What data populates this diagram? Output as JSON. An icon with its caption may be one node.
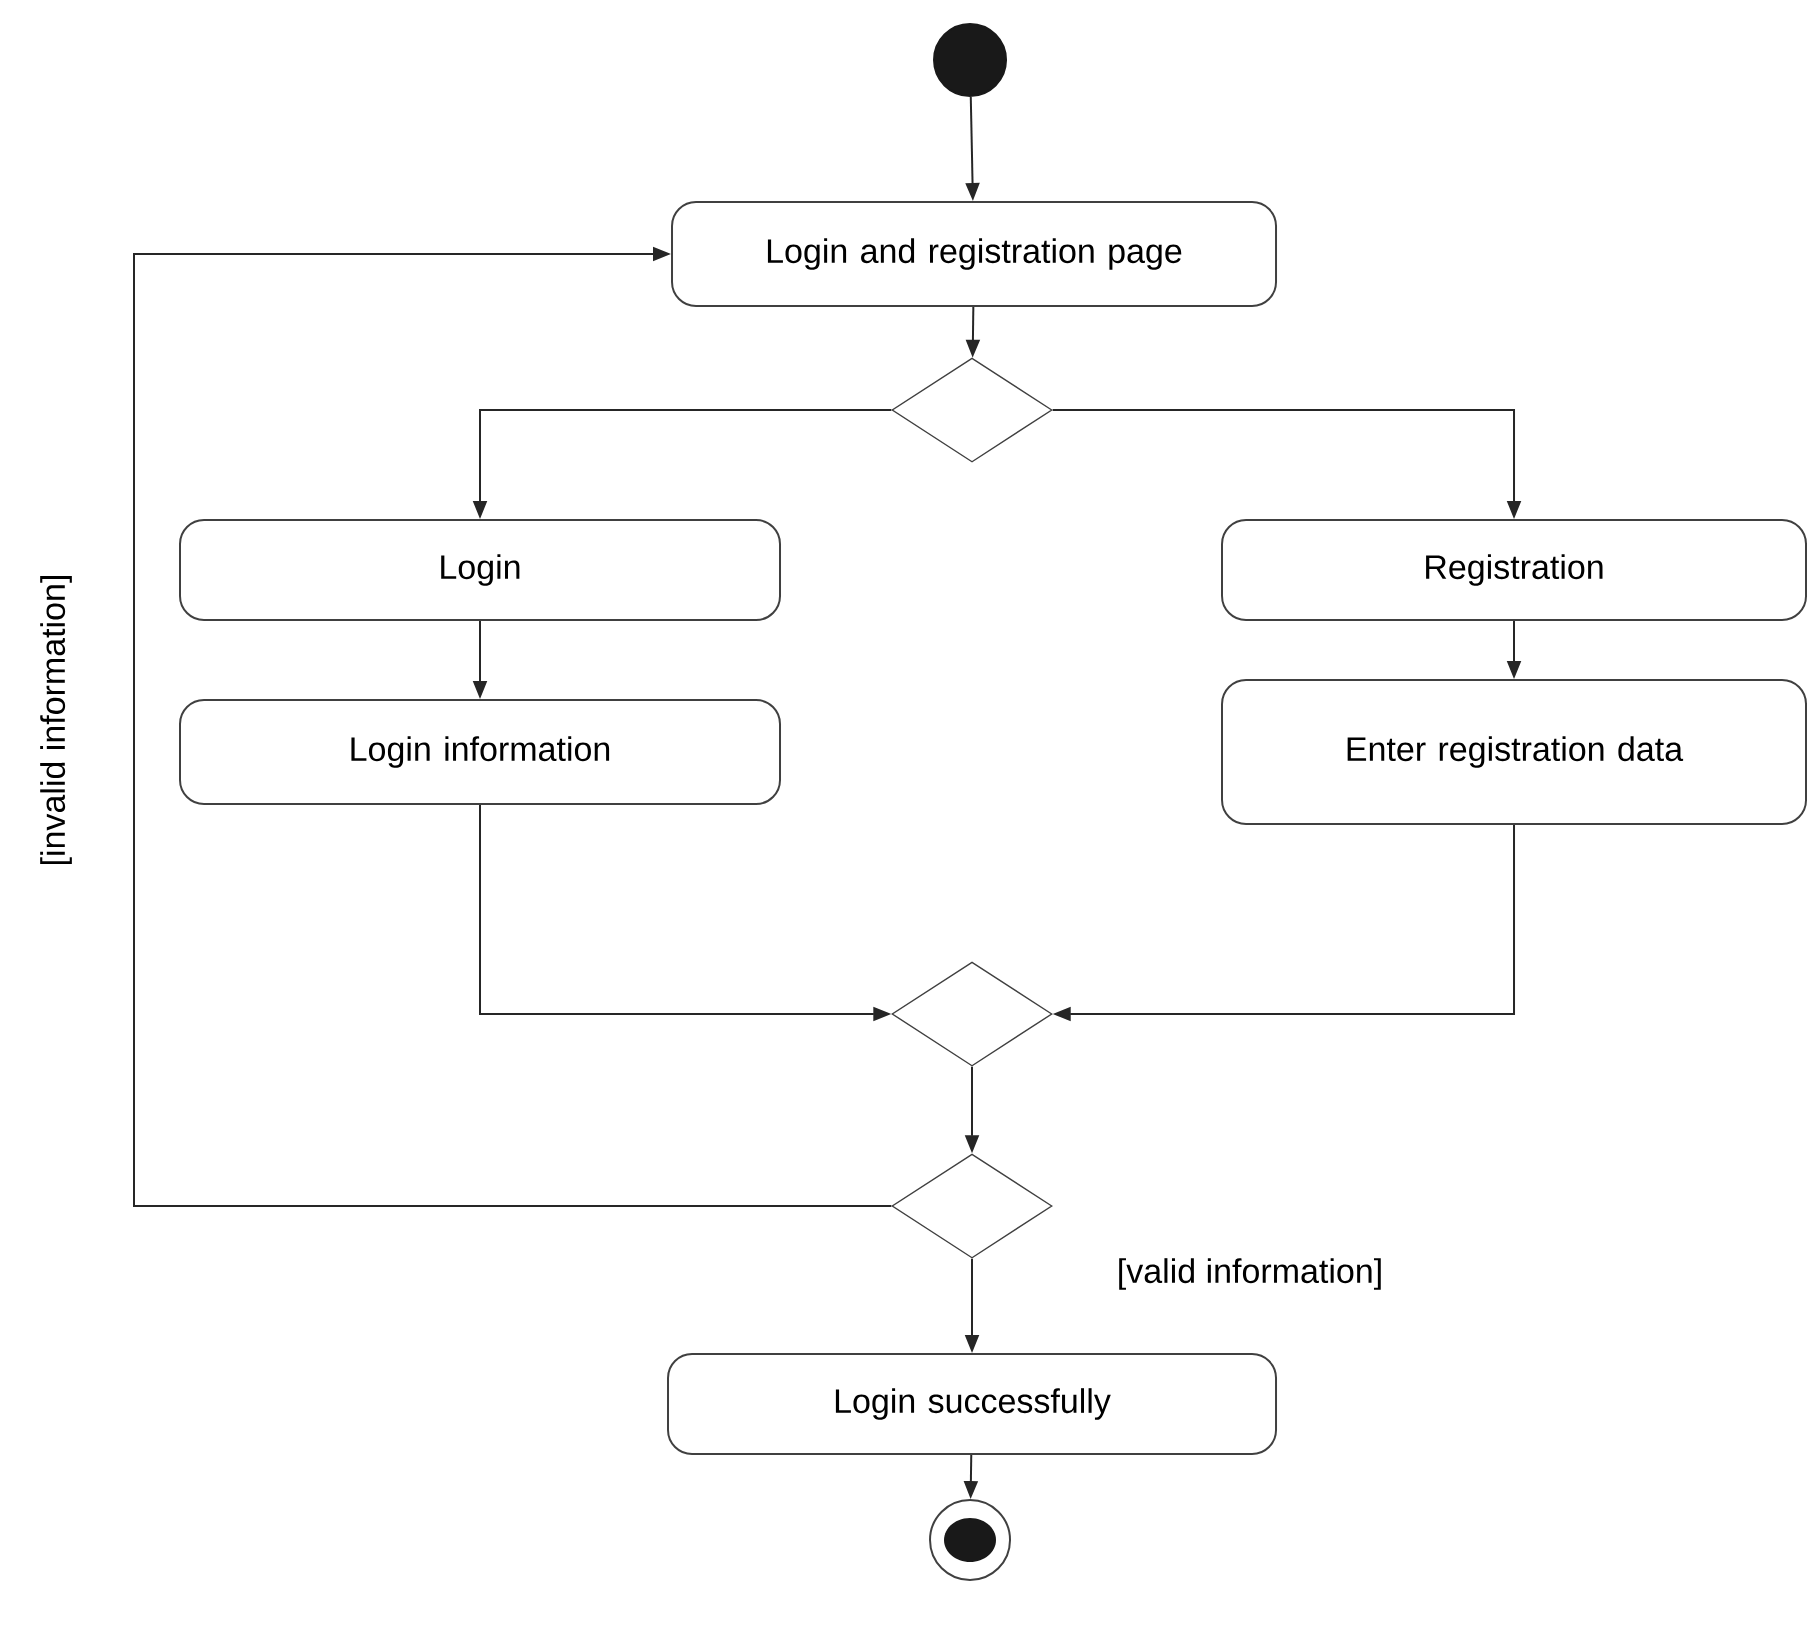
{
  "diagram": {
    "nodes": [
      {
        "text": [],
        "shape": "circle"
      },
      {
        "text": [
          "Login and registration page"
        ]
      },
      {
        "text": [],
        "shape": "diamond"
      },
      {
        "text": [
          "Login"
        ]
      },
      {
        "text": [
          "Registration"
        ]
      },
      {
        "text": [
          "Login information"
        ]
      },
      {
        "text": [
          "Enter registration data"
        ]
      },
      {
        "text": [],
        "shape": "diamond"
      },
      {
        "text": [],
        "shape": "diamond"
      },
      {
        "text": [
          "Login successfully"
        ]
      },
      {
        "text": [],
        "shape": "bullseye"
      }
    ],
    "edges": [
      {
        "from": 0,
        "to": 1,
        "arrow": "to"
      },
      {
        "from": 1,
        "to": 2,
        "arrow": "to"
      },
      {
        "from": 2,
        "to": 3,
        "arrow": "to"
      },
      {
        "from": 2,
        "to": 4,
        "arrow": "to"
      },
      {
        "from": 3,
        "to": 5,
        "arrow": "to"
      },
      {
        "from": 4,
        "to": 6,
        "arrow": "to"
      },
      {
        "from": 5,
        "to": 7,
        "arrow": "to"
      },
      {
        "from": 6,
        "to": 7,
        "arrow": "to"
      },
      {
        "from": 7,
        "to": 8,
        "arrow": "to"
      },
      {
        "from": 8,
        "to": 1,
        "arrow": "to",
        "label": "[invalid information]"
      },
      {
        "from": 8,
        "to": 9,
        "arrow": "to",
        "label": "[valid information]"
      },
      {
        "from": 9,
        "to": 10,
        "arrow": "to"
      }
    ]
  }
}
